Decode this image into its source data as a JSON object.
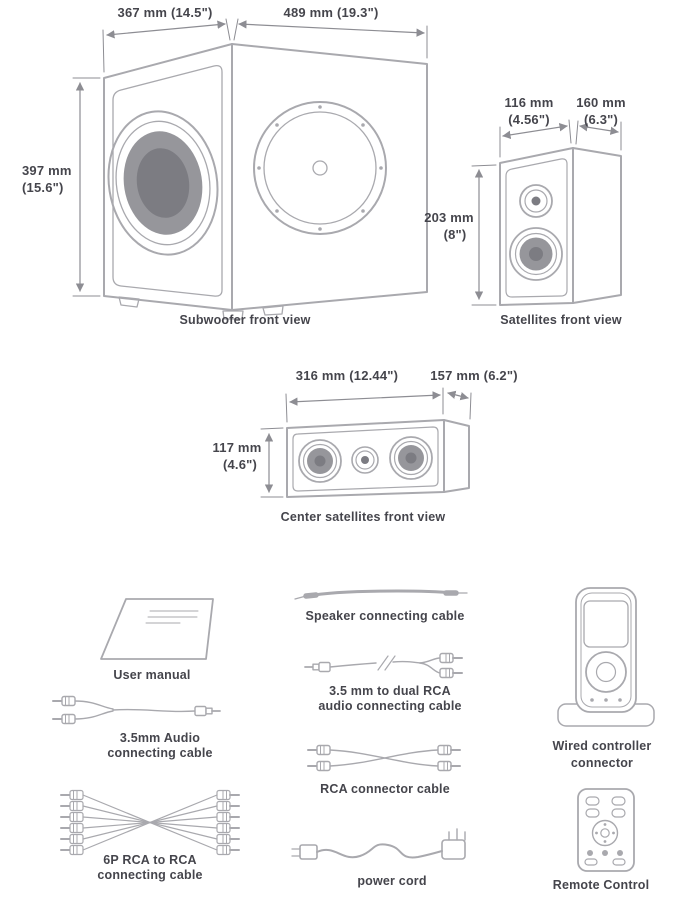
{
  "colors": {
    "line": "#a9a9ae",
    "dim_line": "#8d8d93",
    "text": "#45454c",
    "cone_fill": "#96969b",
    "cone_dark": "#7c7c82"
  },
  "subwoofer": {
    "label": "Subwoofer front view",
    "dim_width_left": "367 mm (14.5\")",
    "dim_width_right": "489 mm (19.3\")",
    "dim_height_line1": "397 mm",
    "dim_height_line2": "(15.6\")"
  },
  "satellite": {
    "label": "Satellites front view",
    "dim_width_line1": "116 mm",
    "dim_width_line2": "(4.56\")",
    "dim_depth_line1": "160 mm",
    "dim_depth_line2": "(6.3\")",
    "dim_height_line1": "203 mm",
    "dim_height_line2": "(8\")"
  },
  "center_satellite": {
    "label": "Center satellites front view",
    "dim_width": "316 mm (12.44\")",
    "dim_depth": "157 mm (6.2\")",
    "dim_height_line1": "117 mm",
    "dim_height_line2": "(4.6\")"
  },
  "accessories": {
    "user_manual": {
      "label": "User manual"
    },
    "speaker_cable": {
      "label": "Speaker connecting cable"
    },
    "audio_cable_35": {
      "label_line1": "3.5mm Audio",
      "label_line2": "connecting cable"
    },
    "cable_35_to_rca": {
      "label_line1": "3.5 mm to dual RCA",
      "label_line2": "audio connecting cable"
    },
    "rca_cable": {
      "label": "RCA connector cable"
    },
    "rca_6p": {
      "label_line1": "6P RCA to RCA",
      "label_line2": "connecting cable"
    },
    "power_cord": {
      "label": "power cord"
    },
    "wired_controller": {
      "label_line1": "Wired controller",
      "label_line2": "connector"
    },
    "remote": {
      "label": "Remote Control"
    }
  }
}
